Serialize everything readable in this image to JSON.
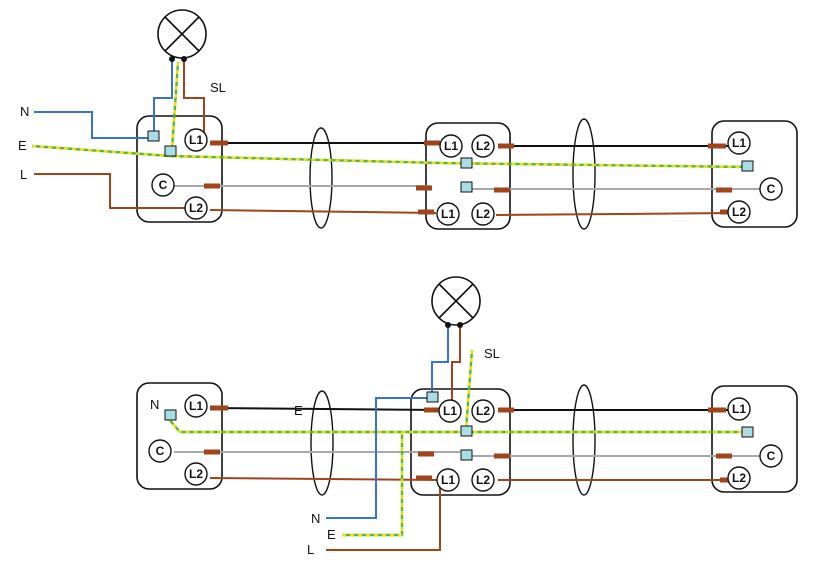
{
  "top": {
    "labels": {
      "n": "N",
      "e": "E",
      "l": "L",
      "sl": "SL"
    },
    "switch1": {
      "l1": "L1",
      "l2": "L2",
      "c": "C"
    },
    "switch2": {
      "l1_top": "L1",
      "l2_top": "L2",
      "l1_bottom": "L1",
      "l2_bottom": "L2"
    },
    "switch3": {
      "l1": "L1",
      "c": "C",
      "l2": "L2"
    }
  },
  "bottom": {
    "labels": {
      "n": "N",
      "e": "E",
      "l": "L",
      "sl": "SL",
      "n_box": "N",
      "e_mid": "E"
    },
    "switch1": {
      "l1": "L1",
      "c": "C",
      "l2": "L2"
    },
    "switch2": {
      "l1_top": "L1",
      "l2_top": "L2",
      "l1_bottom": "L1",
      "l2_bottom": "L2"
    },
    "switch3": {
      "l1": "L1",
      "c": "C",
      "l2": "L2"
    }
  },
  "colors": {
    "neutral": "#3a6fd8",
    "earth_green": "#5ab52e",
    "earth_yellow": "#e8e21a",
    "live": "#a0441c",
    "strapper_grey": "#a8a8a8",
    "strapper_black": "#111111",
    "terminal_block": "#a8dde6"
  },
  "icons": {
    "lamp": "lamp-icon"
  }
}
